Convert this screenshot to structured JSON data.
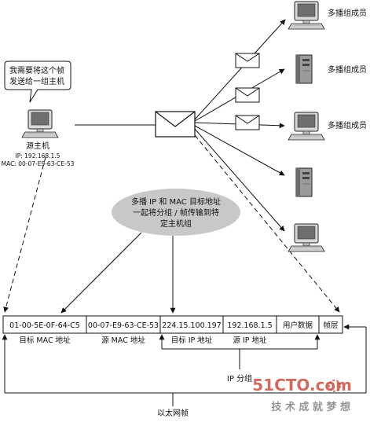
{
  "source_host": {
    "speech_line1": "我需要将这个帧",
    "speech_line2": "发送给一组主机",
    "label": "源主机",
    "ip": "IP: 192.168.1.5",
    "mac": "MAC: 00-07-E9-63-CE-53"
  },
  "multicast_members": [
    {
      "label": "多播组成员"
    },
    {
      "label": "多播组成员"
    },
    {
      "label": "多播组成员"
    }
  ],
  "callout": {
    "line1": "多播 IP 和 MAC 目标地址",
    "line2": "一起将分组 / 帧传输到特",
    "line3": "定主机组"
  },
  "frame": {
    "fields": [
      "01-00-5E-0F-64-C5",
      "00-07-E9-63-CE-53",
      "224.15.100.197",
      "192.168.1.5",
      "用户数据",
      "帧层"
    ],
    "field_labels": [
      "目标 MAC 地址",
      "源 MAC 地址",
      "目标 IP 地址",
      "源 IP 地址"
    ],
    "ip_packet_label": "IP 分组",
    "ethernet_frame_label": "以太网帧"
  },
  "watermark": {
    "site": "51CTO.com",
    "slogan": "技 术 成 就 梦 想"
  },
  "colors": {
    "line": "#111111",
    "callout_fill": "#c8c8c8",
    "watermark": "#c23a2c"
  }
}
